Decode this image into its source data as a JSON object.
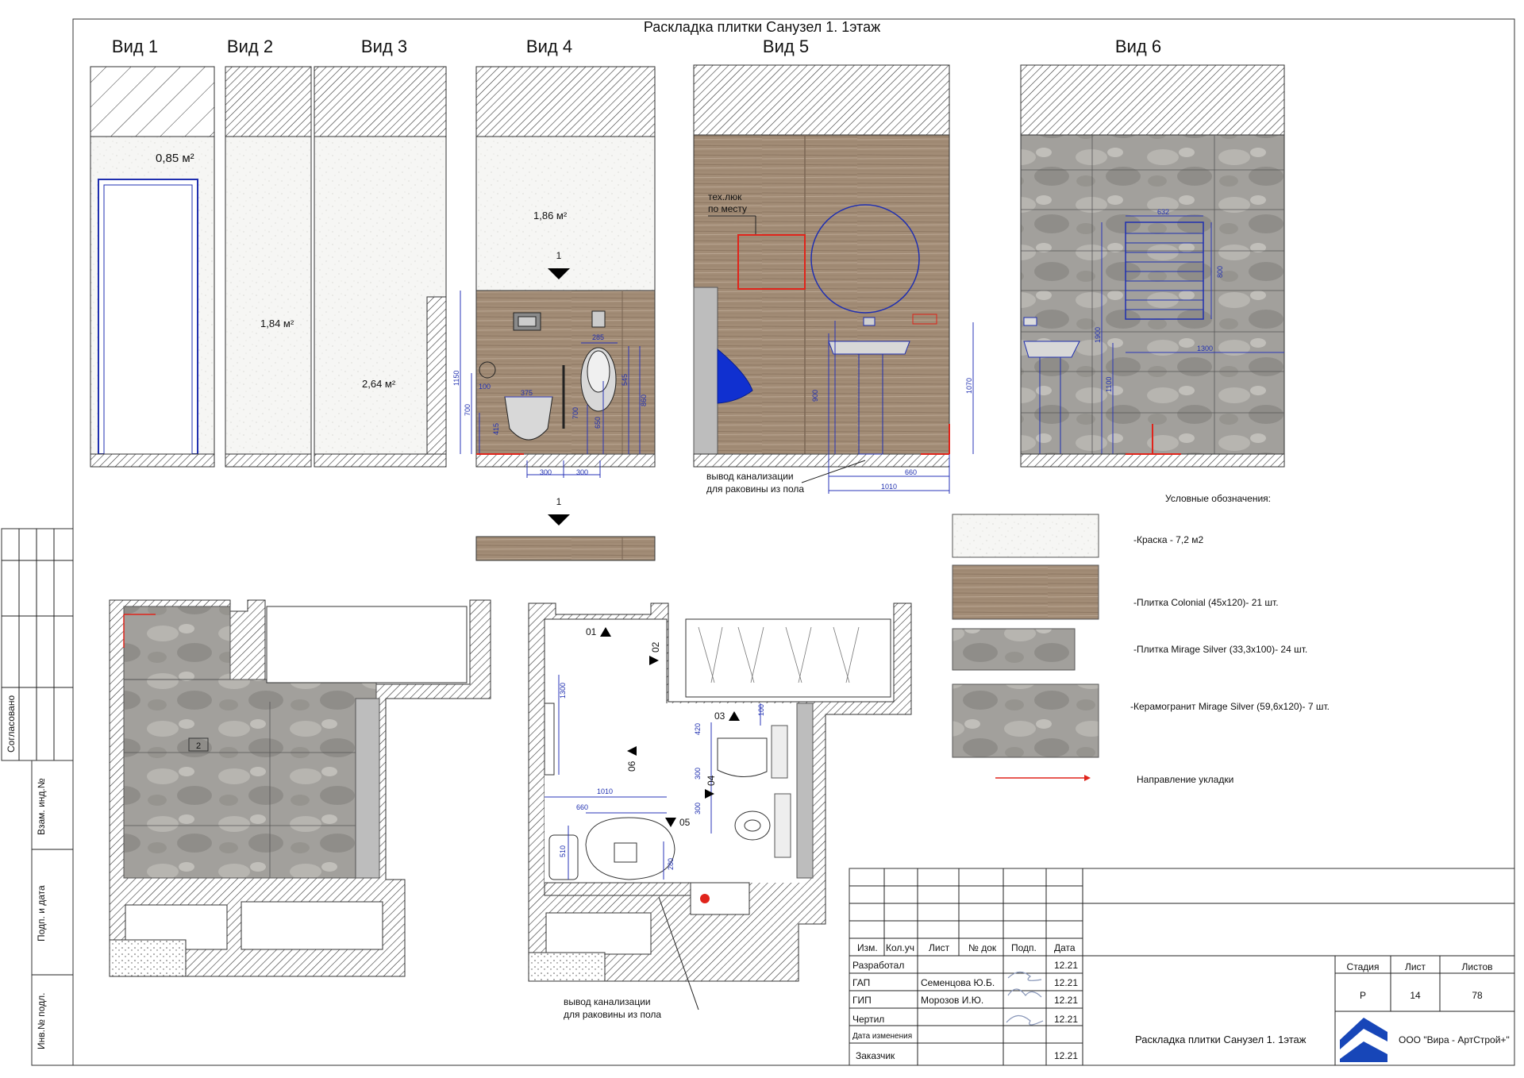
{
  "title": "Раскладка плитки Санузел 1. 1этаж",
  "views": [
    "Вид 1",
    "Вид 2",
    "Вид 3",
    "Вид 4",
    "Вид 5",
    "Вид 6"
  ],
  "areas": {
    "v1": "0,85 м²",
    "v2": "1,84 м²",
    "v3": "2,64 м²",
    "v4": "1,86 м²"
  },
  "notes": {
    "hatch_label_1": "тех.люк",
    "hatch_label_2": "по месту",
    "drain_1": "вывод канализации",
    "drain_2": "для раковины из пола"
  },
  "section_marker": "1",
  "dims": {
    "v4": [
      "1150",
      "700",
      "415",
      "375",
      "100",
      "285",
      "545",
      "860",
      "700",
      "650",
      "300",
      "300"
    ],
    "v5": [
      "900",
      "1070",
      "660",
      "1010"
    ],
    "v6": [
      "632",
      "800",
      "1300",
      "1900",
      "1100"
    ],
    "plan": [
      "1300",
      "1010",
      "660",
      "510",
      "280",
      "420",
      "300",
      "300",
      "100"
    ]
  },
  "plan_views": [
    "01",
    "02",
    "03",
    "04",
    "05",
    "06"
  ],
  "tile_marker": "2",
  "legend": {
    "title": "Условные обозначения:",
    "items": [
      "-Краска - 7,2 м2",
      "-Плитка Colonial (45х120)- 21 шт.",
      "-Плитка Mirage Silver (33,3х100)- 24 шт.",
      "-Керамогранит Mirage Silver (59,6х120)- 7 шт.",
      "Направление укладки"
    ]
  },
  "side_labels": [
    "Согласовано",
    "Взам. инд.№",
    "Подп. и дата",
    "Инв.№ подл."
  ],
  "stamp": {
    "headers": [
      "Изм.",
      "Кол.уч",
      "Лист",
      "№ док",
      "Подп.",
      "Дата"
    ],
    "rows": [
      {
        "role": "Разработал",
        "name": "",
        "date": "12.21"
      },
      {
        "role": "ГАП",
        "name": "Семенцова Ю.Б.",
        "date": "12.21"
      },
      {
        "role": "ГИП",
        "name": "Морозов И.Ю.",
        "date": "12.21"
      },
      {
        "role": "Чертил",
        "name": "",
        "date": "12.21"
      },
      {
        "role": "Дата изменения",
        "name": "",
        "date": ""
      },
      {
        "role": "Заказчик",
        "name": "",
        "date": "12.21"
      }
    ],
    "stage_header": "Стадия",
    "sheet_header": "Лист",
    "sheets_header": "Листов",
    "stage": "Р",
    "sheet": "14",
    "sheets": "78",
    "drawing_title": "Раскладка плитки Санузел 1. 1этаж",
    "company": "ООО \"Вира - АртСтрой+\""
  },
  "colors": {
    "wood": "#a08a74",
    "stone": "#9a9894",
    "paint": "#f3f3f1",
    "dim": "#2a36b8",
    "red": "#e0241b"
  }
}
